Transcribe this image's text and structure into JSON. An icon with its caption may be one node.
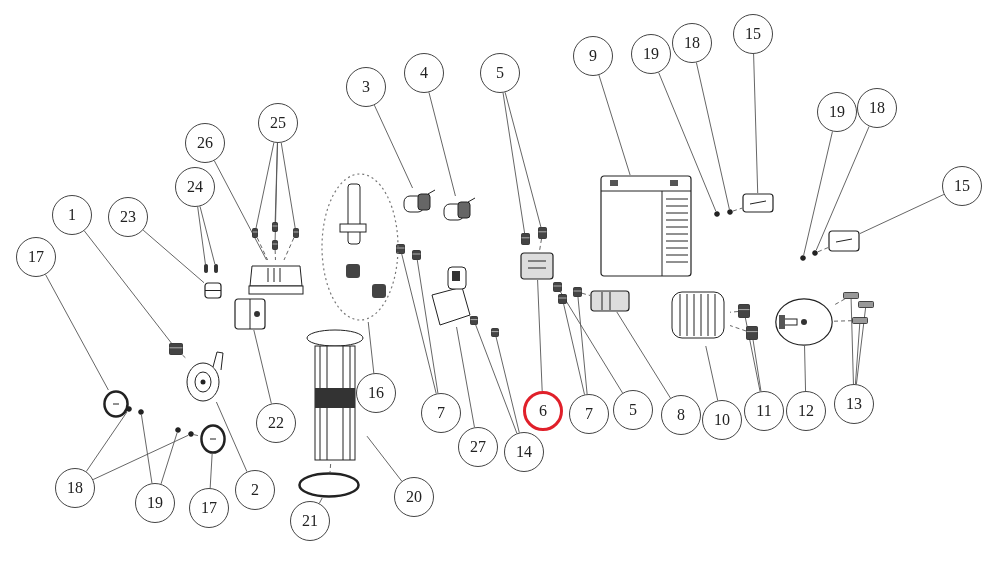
{
  "diagram": {
    "nodes": [
      {
        "text": [
          "1"
        ]
      },
      {
        "text": [
          "2"
        ]
      },
      {
        "text": [
          "3"
        ]
      },
      {
        "text": [
          "4"
        ]
      },
      {
        "text": [
          "5"
        ]
      },
      {
        "text": [
          "5"
        ]
      },
      {
        "text": [
          "6"
        ]
      },
      {
        "text": [
          "7"
        ]
      },
      {
        "text": [
          "7"
        ]
      },
      {
        "text": [
          "8"
        ]
      },
      {
        "text": [
          "9"
        ]
      },
      {
        "text": [
          "10"
        ]
      },
      {
        "text": [
          "11"
        ]
      },
      {
        "text": [
          "12"
        ]
      },
      {
        "text": [
          "13"
        ]
      },
      {
        "text": [
          "14"
        ]
      },
      {
        "text": [
          "15"
        ]
      },
      {
        "text": [
          "15"
        ]
      },
      {
        "text": [
          "16"
        ]
      },
      {
        "text": [
          "17"
        ]
      },
      {
        "text": [
          "17"
        ]
      },
      {
        "text": [
          "18"
        ]
      },
      {
        "text": [
          "18"
        ]
      },
      {
        "text": [
          "18"
        ]
      },
      {
        "text": [
          "19"
        ]
      },
      {
        "text": [
          "19"
        ]
      },
      {
        "text": [
          "19"
        ]
      },
      {
        "text": [
          "20"
        ]
      },
      {
        "text": [
          "21"
        ]
      },
      {
        "text": [
          "22"
        ]
      },
      {
        "text": [
          "23"
        ]
      },
      {
        "text": [
          "24"
        ]
      },
      {
        "text": [
          "25"
        ]
      },
      {
        "text": [
          "26"
        ]
      },
      {
        "text": [
          "27"
        ]
      },
      {
        "text": [],
        "shape": "bar"
      },
      {
        "text": [],
        "shape": "picture"
      },
      {
        "text": [],
        "shape": "picture"
      },
      {
        "text": [],
        "shape": "picture"
      },
      {
        "text": [],
        "shape": "bar"
      },
      {
        "text": [],
        "shape": "bar"
      },
      {
        "text": [],
        "shape": "box"
      },
      {
        "text": [],
        "shape": "bar"
      },
      {
        "text": [],
        "shape": "bar"
      },
      {
        "text": [],
        "shape": "bar"
      },
      {
        "text": [],
        "shape": "bar"
      },
      {
        "text": [],
        "shape": "bar"
      },
      {
        "text": [],
        "shape": "box"
      },
      {
        "text": [],
        "shape": "box"
      },
      {
        "text": [],
        "shape": "picture"
      },
      {
        "text": [],
        "shape": "bar"
      },
      {
        "text": [],
        "shape": "bar"
      },
      {
        "text": [],
        "shape": "circle"
      },
      {
        "text": [],
        "shape": "bar"
      },
      {
        "text": [],
        "shape": "bar"
      },
      {
        "text": [],
        "shape": "bar"
      },
      {
        "text": [],
        "shape": "bar"
      },
      {
        "text": [],
        "shape": "bar"
      },
      {
        "text": [],
        "shape": "box"
      },
      {
        "text": [],
        "shape": "box"
      },
      {
        "text": [],
        "shape": "picture"
      },
      {
        "text": [],
        "shape": "circle"
      },
      {
        "text": [],
        "shape": "circle"
      },
      {
        "text": [],
        "shape": "circle"
      },
      {
        "text": [],
        "shape": "circle"
      },
      {
        "text": [],
        "shape": "circle"
      },
      {
        "text": [],
        "shape": "circle"
      },
      {
        "text": [],
        "shape": "circle"
      },
      {
        "text": [],
        "shape": "circle"
      },
      {
        "text": [],
        "shape": "circle"
      },
      {
        "text": [],
        "shape": "circle"
      },
      {
        "text": [],
        "shape": "picture"
      },
      {
        "text": [],
        "shape": "circle"
      },
      {
        "text": [],
        "shape": "box"
      },
      {
        "text": [],
        "shape": "box"
      },
      {
        "text": [],
        "shape": "bar"
      },
      {
        "text": [],
        "shape": "bar"
      },
      {
        "text": [],
        "shape": "bar"
      },
      {
        "text": [],
        "shape": "bar"
      },
      {
        "text": [],
        "shape": "bar"
      },
      {
        "text": [],
        "shape": "bar"
      },
      {
        "text": [],
        "shape": "picture"
      },
      {
        "text": [],
        "shape": "picture"
      }
    ],
    "edges": [
      {
        "from": 0,
        "to": 35,
        "arrow": "none"
      },
      {
        "from": 1,
        "to": 36,
        "arrow": "none"
      },
      {
        "from": 2,
        "to": 37,
        "arrow": "none"
      },
      {
        "from": 3,
        "to": 38,
        "arrow": "none"
      },
      {
        "from": 4,
        "to": 39,
        "arrow": "none"
      },
      {
        "from": 4,
        "to": 40,
        "arrow": "none"
      },
      {
        "from": 5,
        "to": 44,
        "arrow": "none"
      },
      {
        "from": 6,
        "to": 41,
        "arrow": "none"
      },
      {
        "from": 7,
        "to": 42,
        "arrow": "none"
      },
      {
        "from": 7,
        "to": 43,
        "arrow": "none"
      },
      {
        "from": 8,
        "to": 45,
        "arrow": "none"
      },
      {
        "from": 8,
        "to": 46,
        "arrow": "none"
      },
      {
        "from": 9,
        "to": 47,
        "arrow": "none"
      },
      {
        "from": 10,
        "to": 48,
        "arrow": "none"
      },
      {
        "from": 11,
        "to": 49,
        "arrow": "none"
      },
      {
        "from": 12,
        "to": 50,
        "arrow": "none"
      },
      {
        "from": 12,
        "to": 51,
        "arrow": "none"
      },
      {
        "from": 13,
        "to": 52,
        "arrow": "none"
      },
      {
        "from": 14,
        "to": 53,
        "arrow": "none"
      },
      {
        "from": 14,
        "to": 54,
        "arrow": "none"
      },
      {
        "from": 14,
        "to": 55,
        "arrow": "none"
      },
      {
        "from": 15,
        "to": 56,
        "arrow": "none"
      },
      {
        "from": 15,
        "to": 57,
        "arrow": "none"
      },
      {
        "from": 16,
        "to": 58,
        "arrow": "none"
      },
      {
        "from": 17,
        "to": 59,
        "arrow": "none"
      },
      {
        "from": 18,
        "to": 60,
        "arrow": "none"
      },
      {
        "from": 19,
        "to": 61,
        "arrow": "none"
      },
      {
        "from": 20,
        "to": 62,
        "arrow": "none"
      },
      {
        "from": 21,
        "to": 63,
        "arrow": "none"
      },
      {
        "from": 21,
        "to": 64,
        "arrow": "none"
      },
      {
        "from": 22,
        "to": 65,
        "arrow": "none"
      },
      {
        "from": 23,
        "to": 66,
        "arrow": "none"
      },
      {
        "from": 24,
        "to": 67,
        "arrow": "none"
      },
      {
        "from": 24,
        "to": 68,
        "arrow": "none"
      },
      {
        "from": 25,
        "to": 69,
        "arrow": "none"
      },
      {
        "from": 26,
        "to": 70,
        "arrow": "none"
      },
      {
        "from": 27,
        "to": 71,
        "arrow": "none"
      },
      {
        "from": 28,
        "to": 72,
        "arrow": "none"
      },
      {
        "from": 29,
        "to": 73,
        "arrow": "none"
      },
      {
        "from": 30,
        "to": 74,
        "arrow": "none"
      },
      {
        "from": 31,
        "to": 75,
        "arrow": "none"
      },
      {
        "from": 31,
        "to": 76,
        "arrow": "none"
      },
      {
        "from": 32,
        "to": 77,
        "arrow": "none"
      },
      {
        "from": 32,
        "to": 78,
        "arrow": "none"
      },
      {
        "from": 32,
        "to": 79,
        "arrow": "none"
      },
      {
        "from": 32,
        "to": 80,
        "arrow": "none"
      },
      {
        "from": 33,
        "to": 81,
        "arrow": "none"
      },
      {
        "from": 34,
        "to": 82,
        "arrow": "none"
      },
      {
        "from": 35,
        "to": 36,
        "arrow": "none",
        "style": "dashed"
      },
      {
        "from": 77,
        "to": 81,
        "arrow": "none",
        "style": "dashed"
      },
      {
        "from": 79,
        "to": 81,
        "arrow": "none",
        "style": "dashed"
      },
      {
        "from": 80,
        "to": 81,
        "arrow": "none",
        "style": "dashed"
      },
      {
        "from": 71,
        "to": 72,
        "arrow": "none",
        "style": "dashed"
      },
      {
        "from": 40,
        "to": 41,
        "arrow": "none",
        "style": "dashed"
      },
      {
        "from": 56,
        "to": 82,
        "arrow": "none",
        "style": "dashed"
      },
      {
        "from": 46,
        "to": 47,
        "arrow": "none",
        "style": "dashed"
      },
      {
        "from": 50,
        "to": 49,
        "arrow": "none",
        "style": "dashed"
      },
      {
        "from": 51,
        "to": 49,
        "arrow": "none",
        "style": "dashed"
      },
      {
        "from": 53,
        "to": 52,
        "arrow": "none",
        "style": "dashed"
      },
      {
        "from": 55,
        "to": 52,
        "arrow": "none",
        "style": "dashed"
      },
      {
        "from": 65,
        "to": 58,
        "arrow": "none",
        "style": "dashed"
      },
      {
        "from": 66,
        "to": 59,
        "arrow": "none",
        "style": "dashed"
      },
      {
        "from": 64,
        "to": 62,
        "arrow": "none",
        "style": "dashed"
      }
    ]
  }
}
